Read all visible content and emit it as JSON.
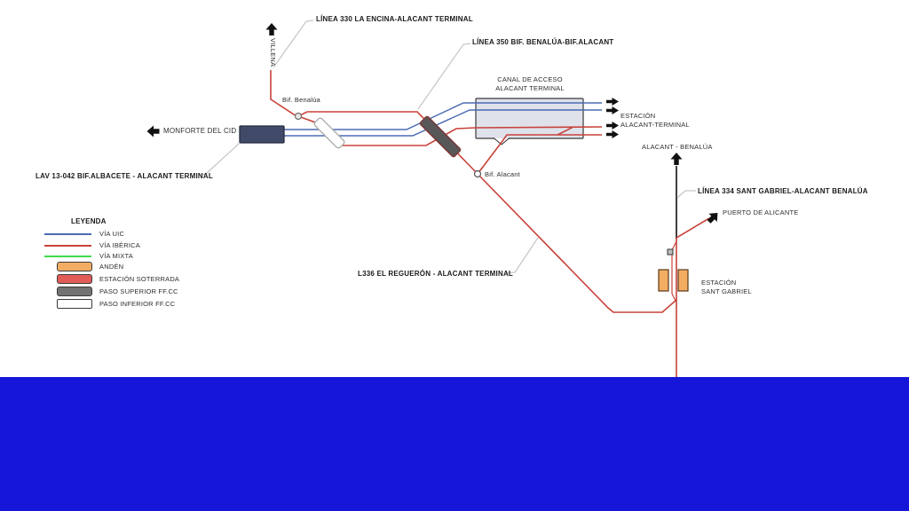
{
  "colors": {
    "via_uic": "#4a6bb3",
    "via_iberica": "#c8423a",
    "via_mixta": "#3ddb4a",
    "anden": "#f2ad63",
    "estacion_soterrada": "#e25c57",
    "paso_superior": "#737373",
    "paso_inferior": "#ffffff",
    "sea": "#1516d8",
    "canal_fill": "#dfe2eb",
    "canal_border": "#3a3a3a",
    "paso_superior_dark_fill": "#585858",
    "paso_superior_dark_border": "#7a3838",
    "monforte_box": "#414b69",
    "leader": "#c6c6c6"
  },
  "labels": {
    "linea330": "LÍNEA 330 LA ENCINA-ALACANT TERMINAL",
    "linea350": "LÍNEA 350 BIF. BENALÚA-BIF.ALACANT",
    "canal_line1": "CANAL DE ACCESO",
    "canal_line2": "ALACANT TERMINAL",
    "villena": "VILLENA",
    "bif_benalua": "Bif. Benalúa",
    "monforte": "MONFORTE DEL CID",
    "lav": "LAV 13-042 BIF.ALBACETE - ALACANT TERMINAL",
    "estacion_alacant_line1": "ESTACIÓN",
    "estacion_alacant_line2": "ALACANT-TERMINAL",
    "alacant_benalua": "ALACANT - BENALÚA",
    "linea334": "LÍNEA 334 SANT GABRIEL-ALACANT BENALÚA",
    "puerto": "PUERTO DE ALICANTE",
    "bif_alacant": "Bif. Alacant",
    "l336": "L336 EL REGUERÓN - ALACANT TERMINAL",
    "estacion_sant_line1": "ESTACIÓN",
    "estacion_sant_line2": "SANT GABRIEL"
  },
  "legend": {
    "title": "LEYENDA",
    "items": [
      {
        "label": "VÍA UIC",
        "type": "line",
        "color": "#4a6bb3"
      },
      {
        "label": "VÍA IBÉRICA",
        "type": "line",
        "color": "#c8423a"
      },
      {
        "label": "VÍA MIXTA",
        "type": "line",
        "color": "#3ddb4a"
      },
      {
        "label": "ANDÉN",
        "type": "box",
        "color": "#f2ad63"
      },
      {
        "label": "ESTACIÓN SOTERRADA",
        "type": "box",
        "color": "#e25c57"
      },
      {
        "label": "PASO SUPERIOR FF.CC",
        "type": "box",
        "color": "#737373"
      },
      {
        "label": "PASO INFERIOR FF.CC",
        "type": "box",
        "color": "#ffffff"
      }
    ]
  }
}
